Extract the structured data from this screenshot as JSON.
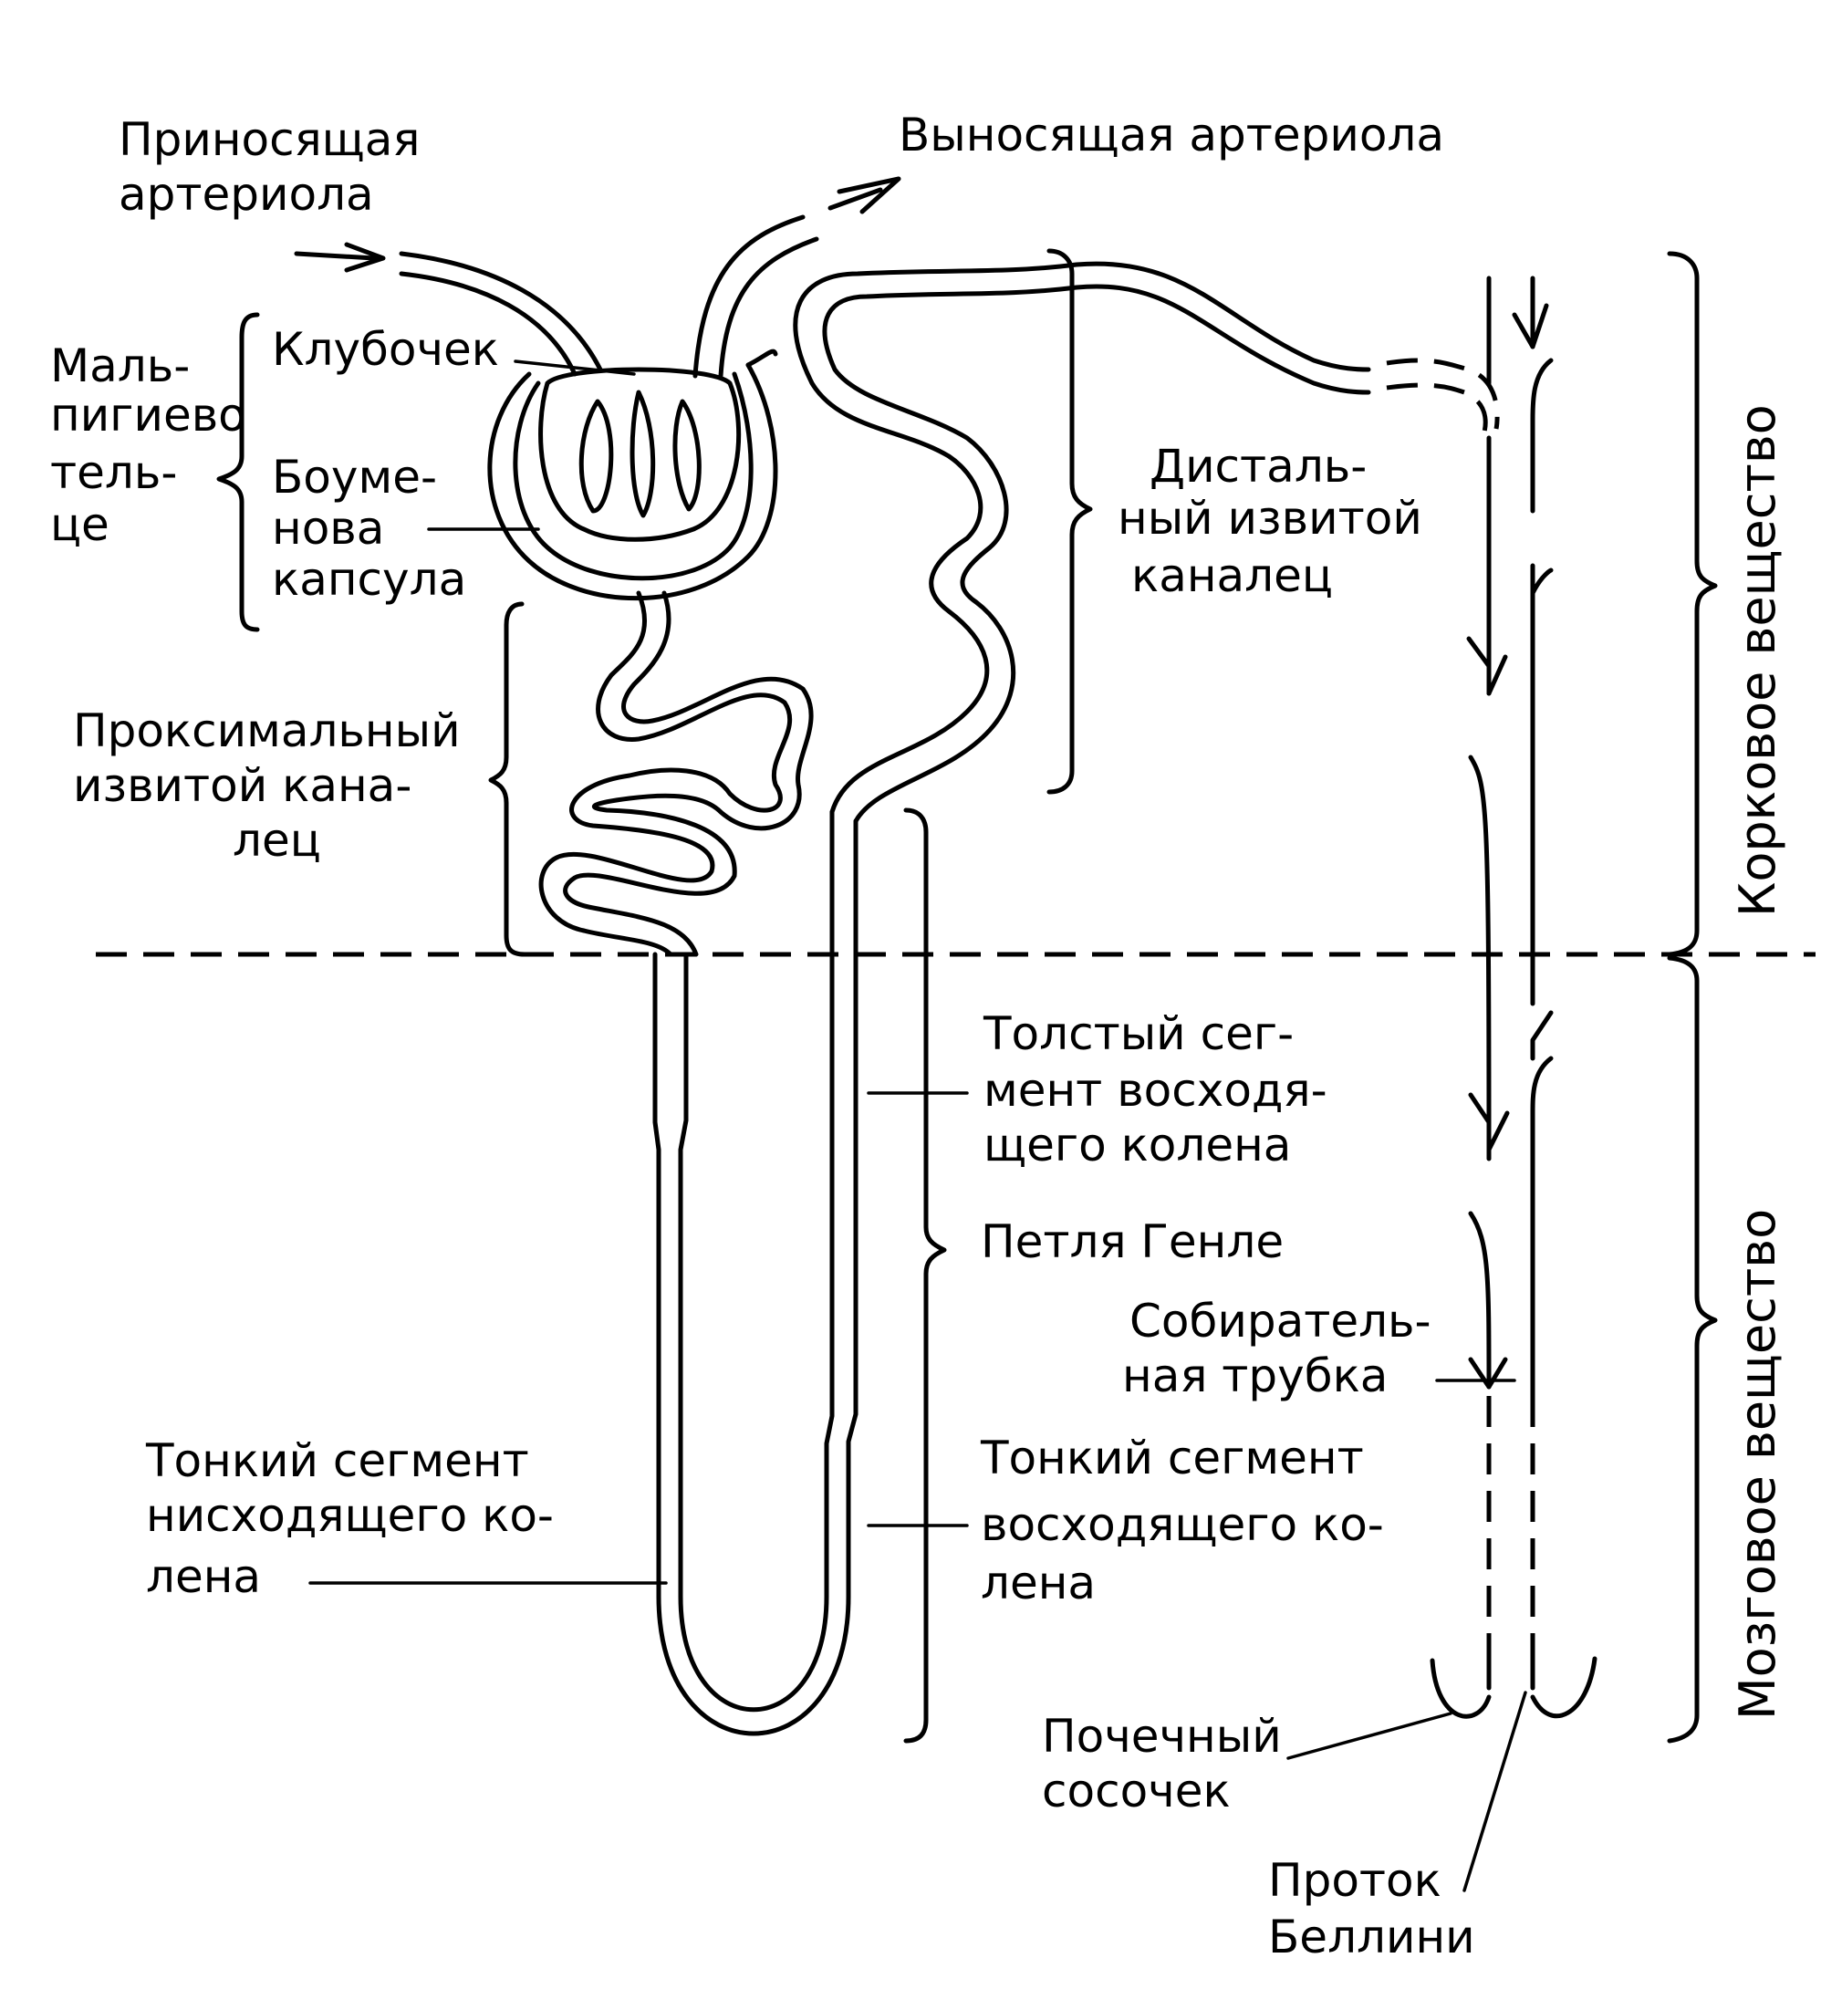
{
  "labels": {
    "afferent_line1": "Приносящая",
    "afferent_line2": "артериола",
    "efferent": "Выносящая артериола",
    "malpighian_1": "Маль-",
    "malpighian_2": "пигиево",
    "malpighian_3": "тель-",
    "malpighian_4": "це",
    "glomerulus": "Клубочек",
    "bowman_1": "Боуме-",
    "bowman_2": "нова",
    "bowman_3": "капсула",
    "proximal_1": "Проксимальный",
    "proximal_2": "извитой кана-",
    "proximal_3": "лец",
    "distal_1": "Дисталь-",
    "distal_2": "ный извитой",
    "distal_3": "каналец",
    "cortex": "Корковое вещество",
    "medulla": "Мозговое вещество",
    "thick_1": "Толстый сег-",
    "thick_2": "мент восходя-",
    "thick_3": "щего колена",
    "henle": "Петля Генле",
    "collecting_1": "Собиратель-",
    "collecting_2": "ная трубка",
    "thin_desc_1": "Тонкий сегмент",
    "thin_desc_2": "нисходящего ко-",
    "thin_desc_3": "лена",
    "thin_asc_1": "Тонкий сегмент",
    "thin_asc_2": "восходящего ко-",
    "thin_asc_3": "лена",
    "papilla_1": "Почечный",
    "papilla_2": "сосочек",
    "bellini_1": "Проток",
    "bellini_2": "Беллини"
  }
}
